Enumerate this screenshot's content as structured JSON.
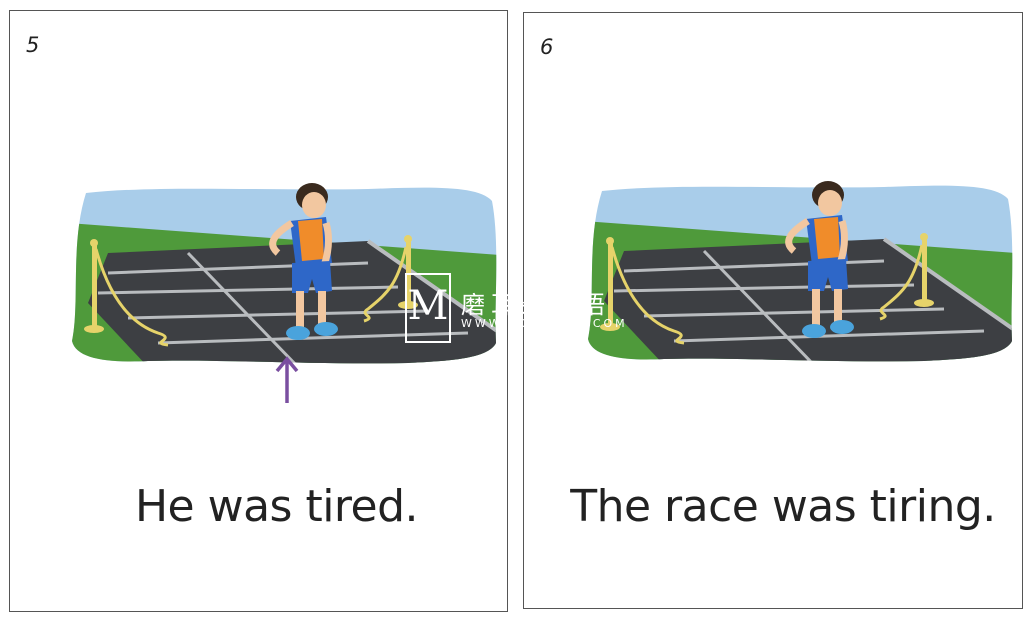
{
  "pages": [
    {
      "number": "5",
      "caption": "He was tired."
    },
    {
      "number": "6",
      "caption": "The race was tiring."
    }
  ],
  "watermark": {
    "logo_letter": "M",
    "title": "磨耳朵英语",
    "url": "WWW.MOERDUO.COM"
  },
  "colors": {
    "sky": "#a9cdea",
    "grass": "#4f9a3b",
    "track": "#3d3f43",
    "track_lines": "#b9bcbf",
    "arrow": "#7a4fa0",
    "shirt": "#2e67c8",
    "vest": "#f08c2a",
    "shoes": "#4aa3dc",
    "rope": "#e6d36a"
  }
}
